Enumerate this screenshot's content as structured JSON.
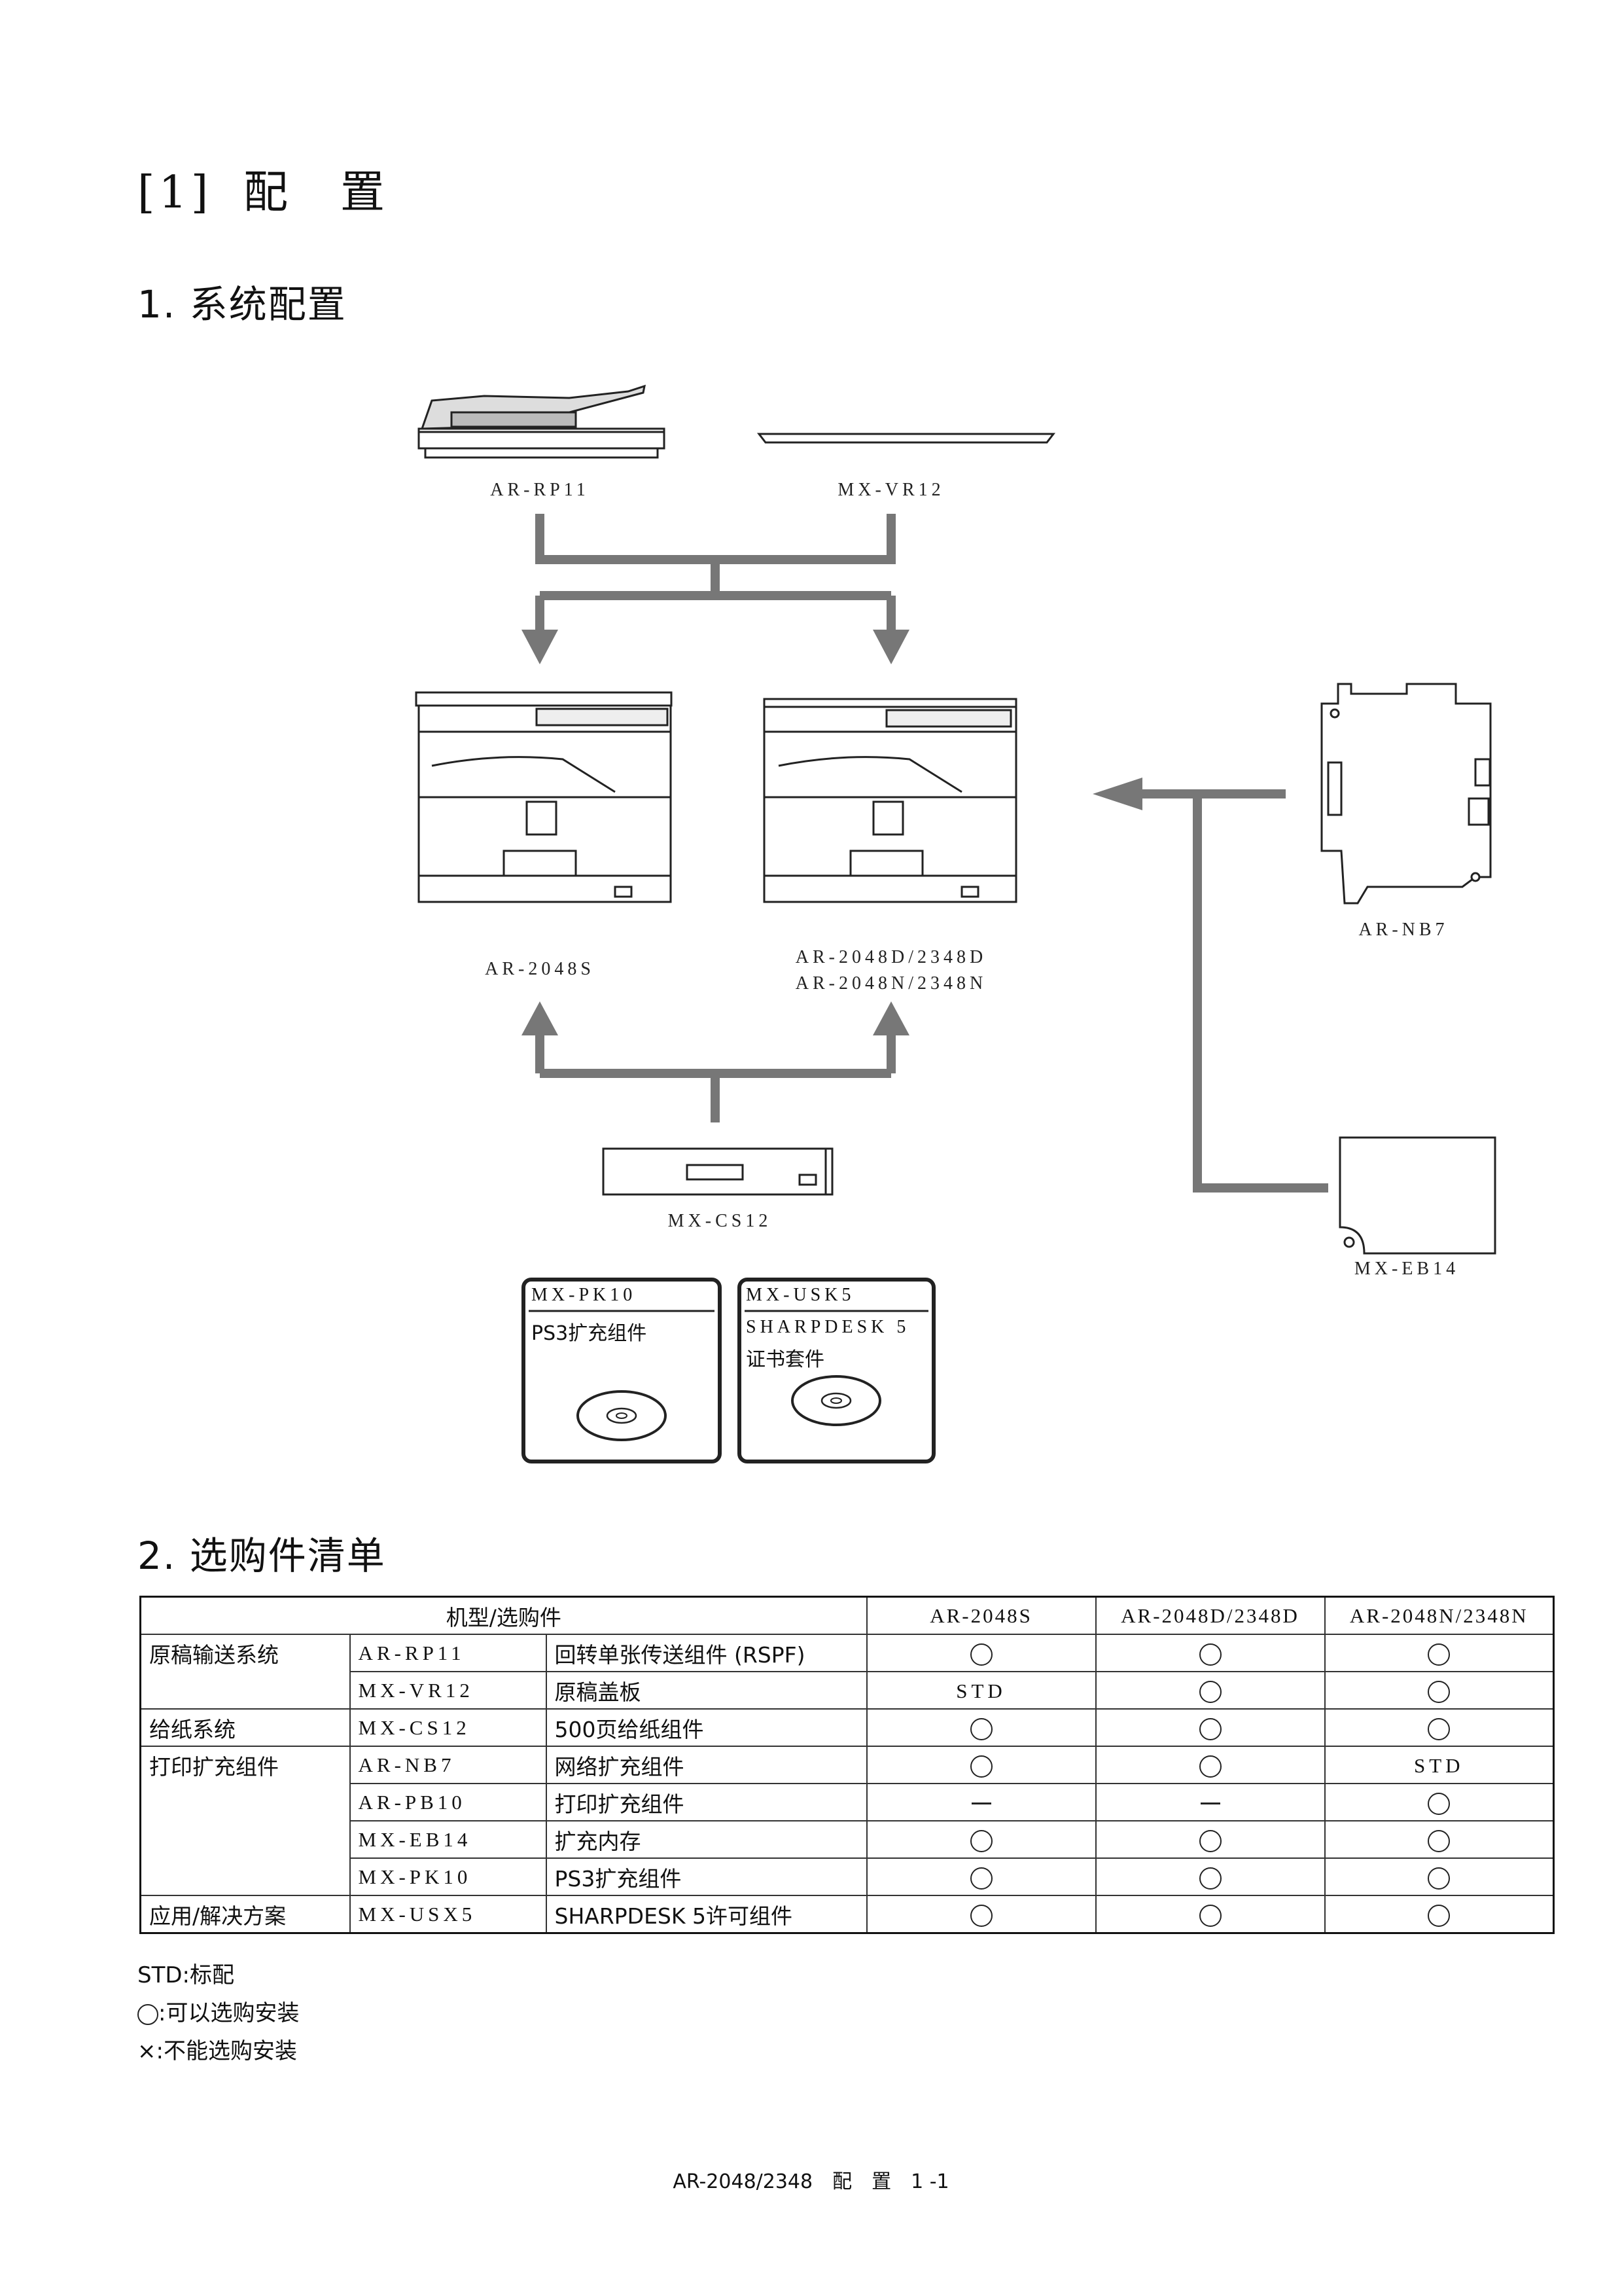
{
  "chapter": {
    "num": "[1]",
    "title": "配　置"
  },
  "section1": {
    "title": "1. 系统配置"
  },
  "diagram": {
    "label_rp11": "AR-RP11",
    "label_vr12": "MX-VR12",
    "label_2048s": "AR-2048S",
    "label_2048d": "AR-2048D/2348D",
    "label_2048n": "AR-2048N/2348N",
    "label_nb7": "AR-NB7",
    "label_cs12": "MX-CS12",
    "label_eb14": "MX-EB14",
    "card1": {
      "code": "MX-PK10",
      "text": "PS3扩充组件"
    },
    "card2": {
      "code": "MX-USK5",
      "text1": "SHARPDESK 5",
      "text2": "证书套件"
    }
  },
  "section2": {
    "title": "2. 选购件清单"
  },
  "table": {
    "header": {
      "model_option": "机型/选购件",
      "col1": "AR-2048S",
      "col2": "AR-2048D/2348D",
      "col3": "AR-2048N/2348N"
    },
    "rows": [
      {
        "category": "原稿输送系统",
        "code": "AR-RP11",
        "name": "回转单张传送组件 (RSPF)",
        "c1": "circle",
        "c2": "circle",
        "c3": "circle"
      },
      {
        "category": "",
        "code": "MX-VR12",
        "name": "原稿盖板",
        "c1": "STD",
        "c2": "circle",
        "c3": "circle"
      },
      {
        "category": "给纸系统",
        "code": "MX-CS12",
        "name": "500页给纸组件",
        "c1": "circle",
        "c2": "circle",
        "c3": "circle"
      },
      {
        "category": "打印扩充组件",
        "code": "AR-NB7",
        "name": "网络扩充组件",
        "c1": "circle",
        "c2": "circle",
        "c3": "STD"
      },
      {
        "category": "",
        "code": "AR-PB10",
        "name": "打印扩充组件",
        "c1": "dash",
        "c2": "dash",
        "c3": "circle"
      },
      {
        "category": "",
        "code": "MX-EB14",
        "name": "扩充内存",
        "c1": "circle",
        "c2": "circle",
        "c3": "circle"
      },
      {
        "category": "",
        "code": "MX-PK10",
        "name": "PS3扩充组件",
        "c1": "circle",
        "c2": "circle",
        "c3": "circle"
      },
      {
        "category": "应用/解决方案",
        "code": "MX-USX5",
        "name": "SHARPDESK 5许可组件",
        "c1": "circle",
        "c2": "circle",
        "c3": "circle"
      }
    ]
  },
  "legend": {
    "std": "STD:标配",
    "circle": ":可以选购安装",
    "cross": "×:不能选购安装"
  },
  "footer": "AR-2048/2348　配　置　1 -1"
}
